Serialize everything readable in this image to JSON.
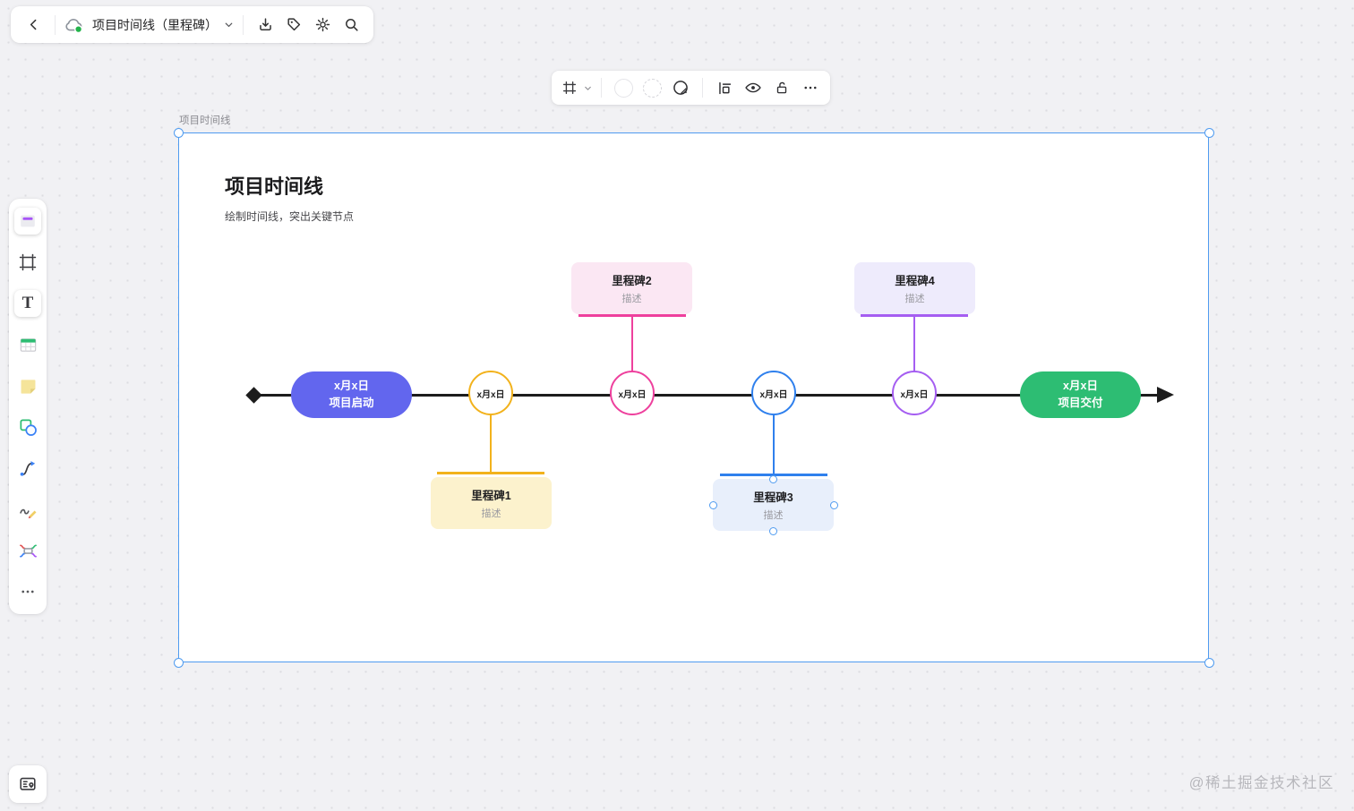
{
  "header": {
    "doc_title": "项目时间线（里程碑）",
    "icons": [
      "back",
      "cloud-sync",
      "title-dropdown",
      "download",
      "tag",
      "settings",
      "search"
    ]
  },
  "selection_toolbar": {
    "icons": [
      "frame",
      "frame-dropdown",
      "fill-swatch-empty",
      "stroke-swatch-dashed",
      "style-contrast",
      "align-distribute",
      "visibility",
      "unlock",
      "more"
    ]
  },
  "sidebar": {
    "tools": [
      "template",
      "frame-tool",
      "text",
      "table",
      "sticky-note",
      "shapes",
      "connector",
      "pen",
      "mindmap",
      "more"
    ],
    "text_tool_glyph": "T"
  },
  "frame": {
    "label": "项目时间线",
    "title": "项目时间线",
    "subtitle": "绘制时间线，突出关键节点"
  },
  "timeline": {
    "line_color": "#1c1c1c",
    "start": {
      "date": "x月x日",
      "label": "项目启动",
      "color": "#6266ee"
    },
    "end": {
      "date": "x月x日",
      "label": "项目交付",
      "color": "#2dbd73"
    },
    "milestones": [
      {
        "name": "里程碑1",
        "desc": "描述",
        "date": "x月x日",
        "color": "#f2b21c",
        "card_bg": "#fcf2cd",
        "position": "below",
        "selected": false
      },
      {
        "name": "里程碑2",
        "desc": "描述",
        "date": "x月x日",
        "color": "#ee409d",
        "card_bg": "#fbe7f3",
        "position": "above",
        "selected": false
      },
      {
        "name": "里程碑3",
        "desc": "描述",
        "date": "x月x日",
        "color": "#2f80ed",
        "card_bg": "#e8effb",
        "position": "below",
        "selected": true
      },
      {
        "name": "里程碑4",
        "desc": "描述",
        "date": "x月x日",
        "color": "#a55ef1",
        "card_bg": "#eeebfc",
        "position": "above",
        "selected": false
      }
    ]
  },
  "minimap_button": {
    "icon": "board-pin"
  },
  "watermark": "@稀土掘金技术社区",
  "colors": {
    "selection": "#4f9bf0",
    "background": "#f1f1f4",
    "canvas": "#ffffff"
  }
}
